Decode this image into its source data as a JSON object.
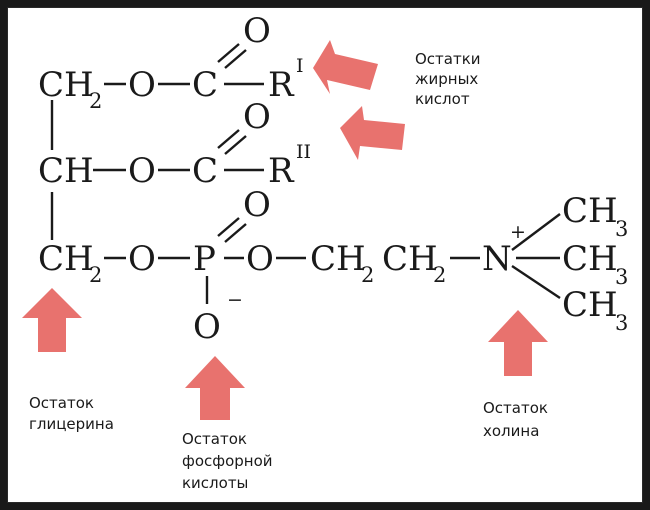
{
  "formula": {
    "row1": {
      "g": "CH",
      "g_sub": "2",
      "o": "O",
      "c": "C",
      "dbl_o": "O",
      "r": "R",
      "r_sup": "I"
    },
    "row2": {
      "g": "CH",
      "o": "O",
      "c": "C",
      "dbl_o": "O",
      "r": "R",
      "r_sup": "II"
    },
    "row3": {
      "g": "CH",
      "g_sub": "2",
      "o": "O",
      "p": "P",
      "dbl_o": "O",
      "o_minus": "O",
      "minus": "−",
      "o2": "O",
      "ch2a": "CH",
      "ch2a_sub": "2",
      "ch2b": "CH",
      "ch2b_sub": "2",
      "n": "N",
      "plus": "+",
      "me1": "CH",
      "me1_sub": "3",
      "me2": "CH",
      "me2_sub": "3",
      "me3": "CH",
      "me3_sub": "3"
    }
  },
  "labels": {
    "fatty_acids": [
      "Остатки",
      "жирных",
      "кислот"
    ],
    "glycerol": [
      "Остаток",
      "глицерина"
    ],
    "phosphoric": [
      "Остаток",
      "фосфорной",
      "кислоты"
    ],
    "choline": [
      "Остаток",
      "холина"
    ]
  },
  "colors": {
    "arrow": "#e8726e",
    "frame": "#1a1a1a",
    "ink": "#1a1a1a"
  }
}
